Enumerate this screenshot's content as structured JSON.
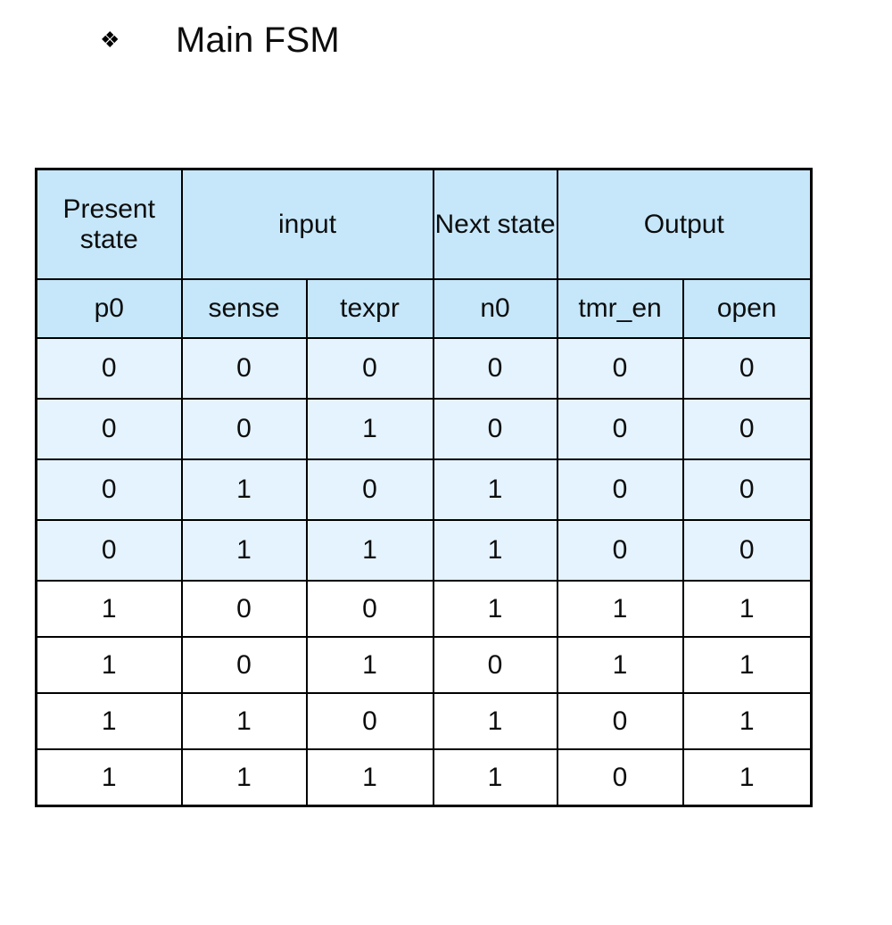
{
  "slide": {
    "bullet_glyph": "❖",
    "title": "Main FSM"
  },
  "table": {
    "group_headers": [
      {
        "label": "Present state",
        "span": 1
      },
      {
        "label": "input",
        "span": 2
      },
      {
        "label": "Next state",
        "span": 1
      },
      {
        "label": "Output",
        "span": 2
      }
    ],
    "column_headers": [
      "p0",
      "sense",
      "texpr",
      "n0",
      "tmr_en",
      "open"
    ],
    "rows": [
      {
        "cells": [
          "0",
          "0",
          "0",
          "0",
          "0",
          "0"
        ],
        "shade": "blue"
      },
      {
        "cells": [
          "0",
          "0",
          "1",
          "0",
          "0",
          "0"
        ],
        "shade": "blue"
      },
      {
        "cells": [
          "0",
          "1",
          "0",
          "1",
          "0",
          "0"
        ],
        "shade": "blue"
      },
      {
        "cells": [
          "0",
          "1",
          "1",
          "1",
          "0",
          "0"
        ],
        "shade": "blue"
      },
      {
        "cells": [
          "1",
          "0",
          "0",
          "1",
          "1",
          "1"
        ],
        "shade": "white"
      },
      {
        "cells": [
          "1",
          "0",
          "1",
          "0",
          "1",
          "1"
        ],
        "shade": "white"
      },
      {
        "cells": [
          "1",
          "1",
          "0",
          "1",
          "0",
          "1"
        ],
        "shade": "white"
      },
      {
        "cells": [
          "1",
          "1",
          "1",
          "1",
          "0",
          "1"
        ],
        "shade": "white"
      }
    ]
  },
  "colors": {
    "header_fill": "#c6e7fa",
    "row_fill_blue": "#e4f3fd",
    "row_fill_white": "#ffffff",
    "border": "#000000",
    "text": "#0d0d0d",
    "page_background": "#ffffff"
  }
}
